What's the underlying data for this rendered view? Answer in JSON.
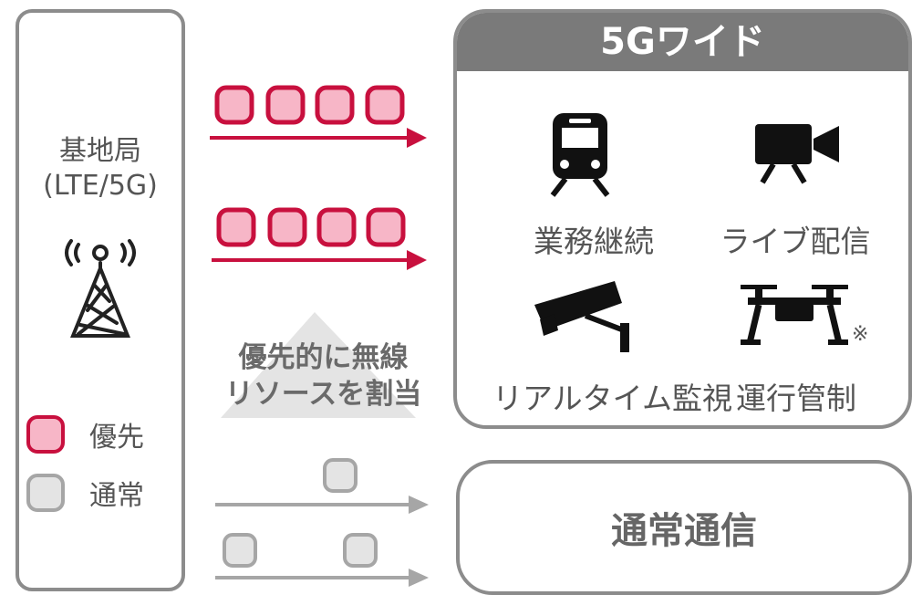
{
  "base_station": {
    "title": "基地局",
    "subtitle": "(LTE/5G)",
    "icon": "cell-tower-icon"
  },
  "legend": {
    "priority_label": "優先",
    "normal_label": "通常",
    "priority_color": "#c8103e",
    "priority_fill": "#f7b6c7",
    "normal_color": "#a6a6a6",
    "normal_fill": "#e4e4e4"
  },
  "priority_note": {
    "line1": "優先的に無線",
    "line2": "リソースを割当"
  },
  "wide_box": {
    "title": "5Gワイド",
    "header_color": "#7a7a7a",
    "use_cases": [
      {
        "label": "業務継続",
        "icon": "train-icon"
      },
      {
        "label": "ライブ配信",
        "icon": "video-camera-icon"
      },
      {
        "label": "リアルタイム監視",
        "icon": "security-camera-icon"
      },
      {
        "label": "運行管制",
        "icon": "drone-icon"
      }
    ],
    "drone_note": "※"
  },
  "normal_box": {
    "title": "通常通信"
  }
}
